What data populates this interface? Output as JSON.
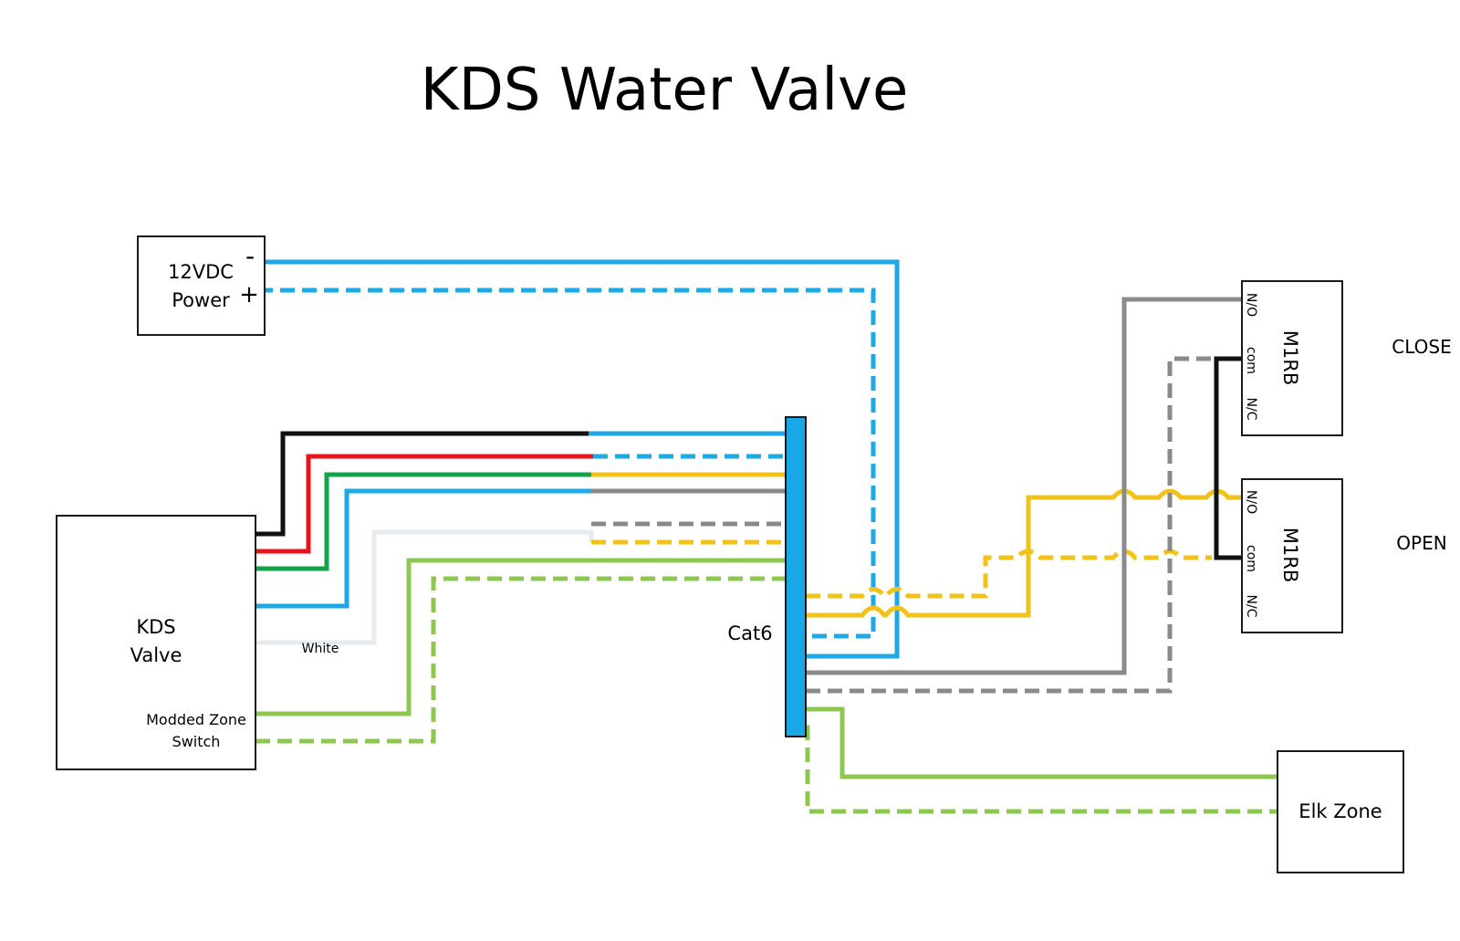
{
  "title": "KDS Water Valve",
  "power_supply": {
    "line1": "12VDC",
    "line2": "Power",
    "minus": "-",
    "plus": "+"
  },
  "valve": {
    "line1": "KDS",
    "line2": "Valve",
    "white_label": "White",
    "zone_line1": "Modded Zone",
    "zone_line2": "Switch"
  },
  "cat6": {
    "label": "Cat6",
    "color": "#1aa7e8"
  },
  "relays": [
    {
      "name": "M1RB",
      "no": "N/O",
      "com": "com",
      "nc": "N/C",
      "side_label": "CLOSE"
    },
    {
      "name": "M1RB",
      "no": "N/O",
      "com": "com",
      "nc": "N/C",
      "side_label": "OPEN"
    }
  ],
  "elk_zone": {
    "label": "Elk Zone"
  },
  "wire_colors": {
    "blue": "#1ca9e6",
    "black": "#111111",
    "red": "#e8141b",
    "green": "#13a34a",
    "gray": "#8a8a8a",
    "white": "#e6ebf2",
    "yellow": "#f3c219",
    "lime": "#8cc850"
  }
}
